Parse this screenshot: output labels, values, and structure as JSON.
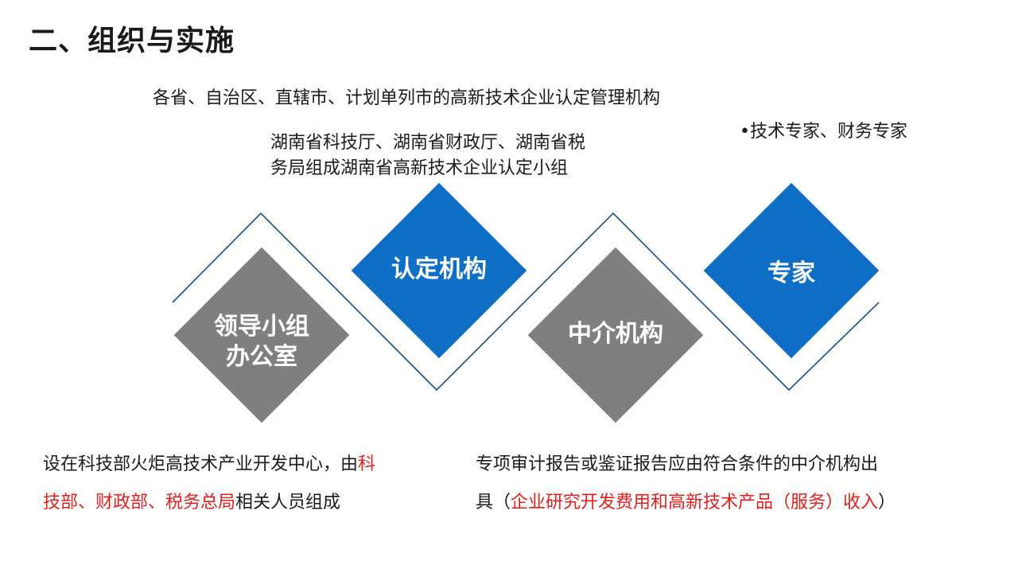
{
  "slide": {
    "title": "二、组织与实施",
    "top_caption": "各省、自治区、直辖市、计划单列市的高新技术企业认定管理机构",
    "certification_caption_line1": "湖南省科技厅、湖南省财政厅、湖南省税",
    "certification_caption_line2": "务局组成湖南省高新技术企业认定小组",
    "experts_caption": "•技术专家、财务专家",
    "diamonds": {
      "leader_line1": "领导小组",
      "leader_line2": "办公室",
      "certification": "认定机构",
      "intermediary": "中介机构",
      "experts": "专家"
    },
    "left_note": {
      "line1_plain": "设在科技部火炬高技术产业开发中心，由",
      "line1_red": "科",
      "line2_red": "技部、财政部、税务总局",
      "line2_plain": "相关人员组成"
    },
    "right_note": {
      "line1": "专项审计报告或鉴证报告应由符合条件的中介机构出",
      "line2_open": "具（",
      "line2_red": "企业研究开发费用和高新技术产品（服务）收入",
      "line2_close": "）"
    },
    "colors": {
      "blue_diamond": "#0f6ec6",
      "gray_diamond": "#7f7f7f",
      "outline": "#1f4e79",
      "highlight_red": "#e02020"
    }
  }
}
